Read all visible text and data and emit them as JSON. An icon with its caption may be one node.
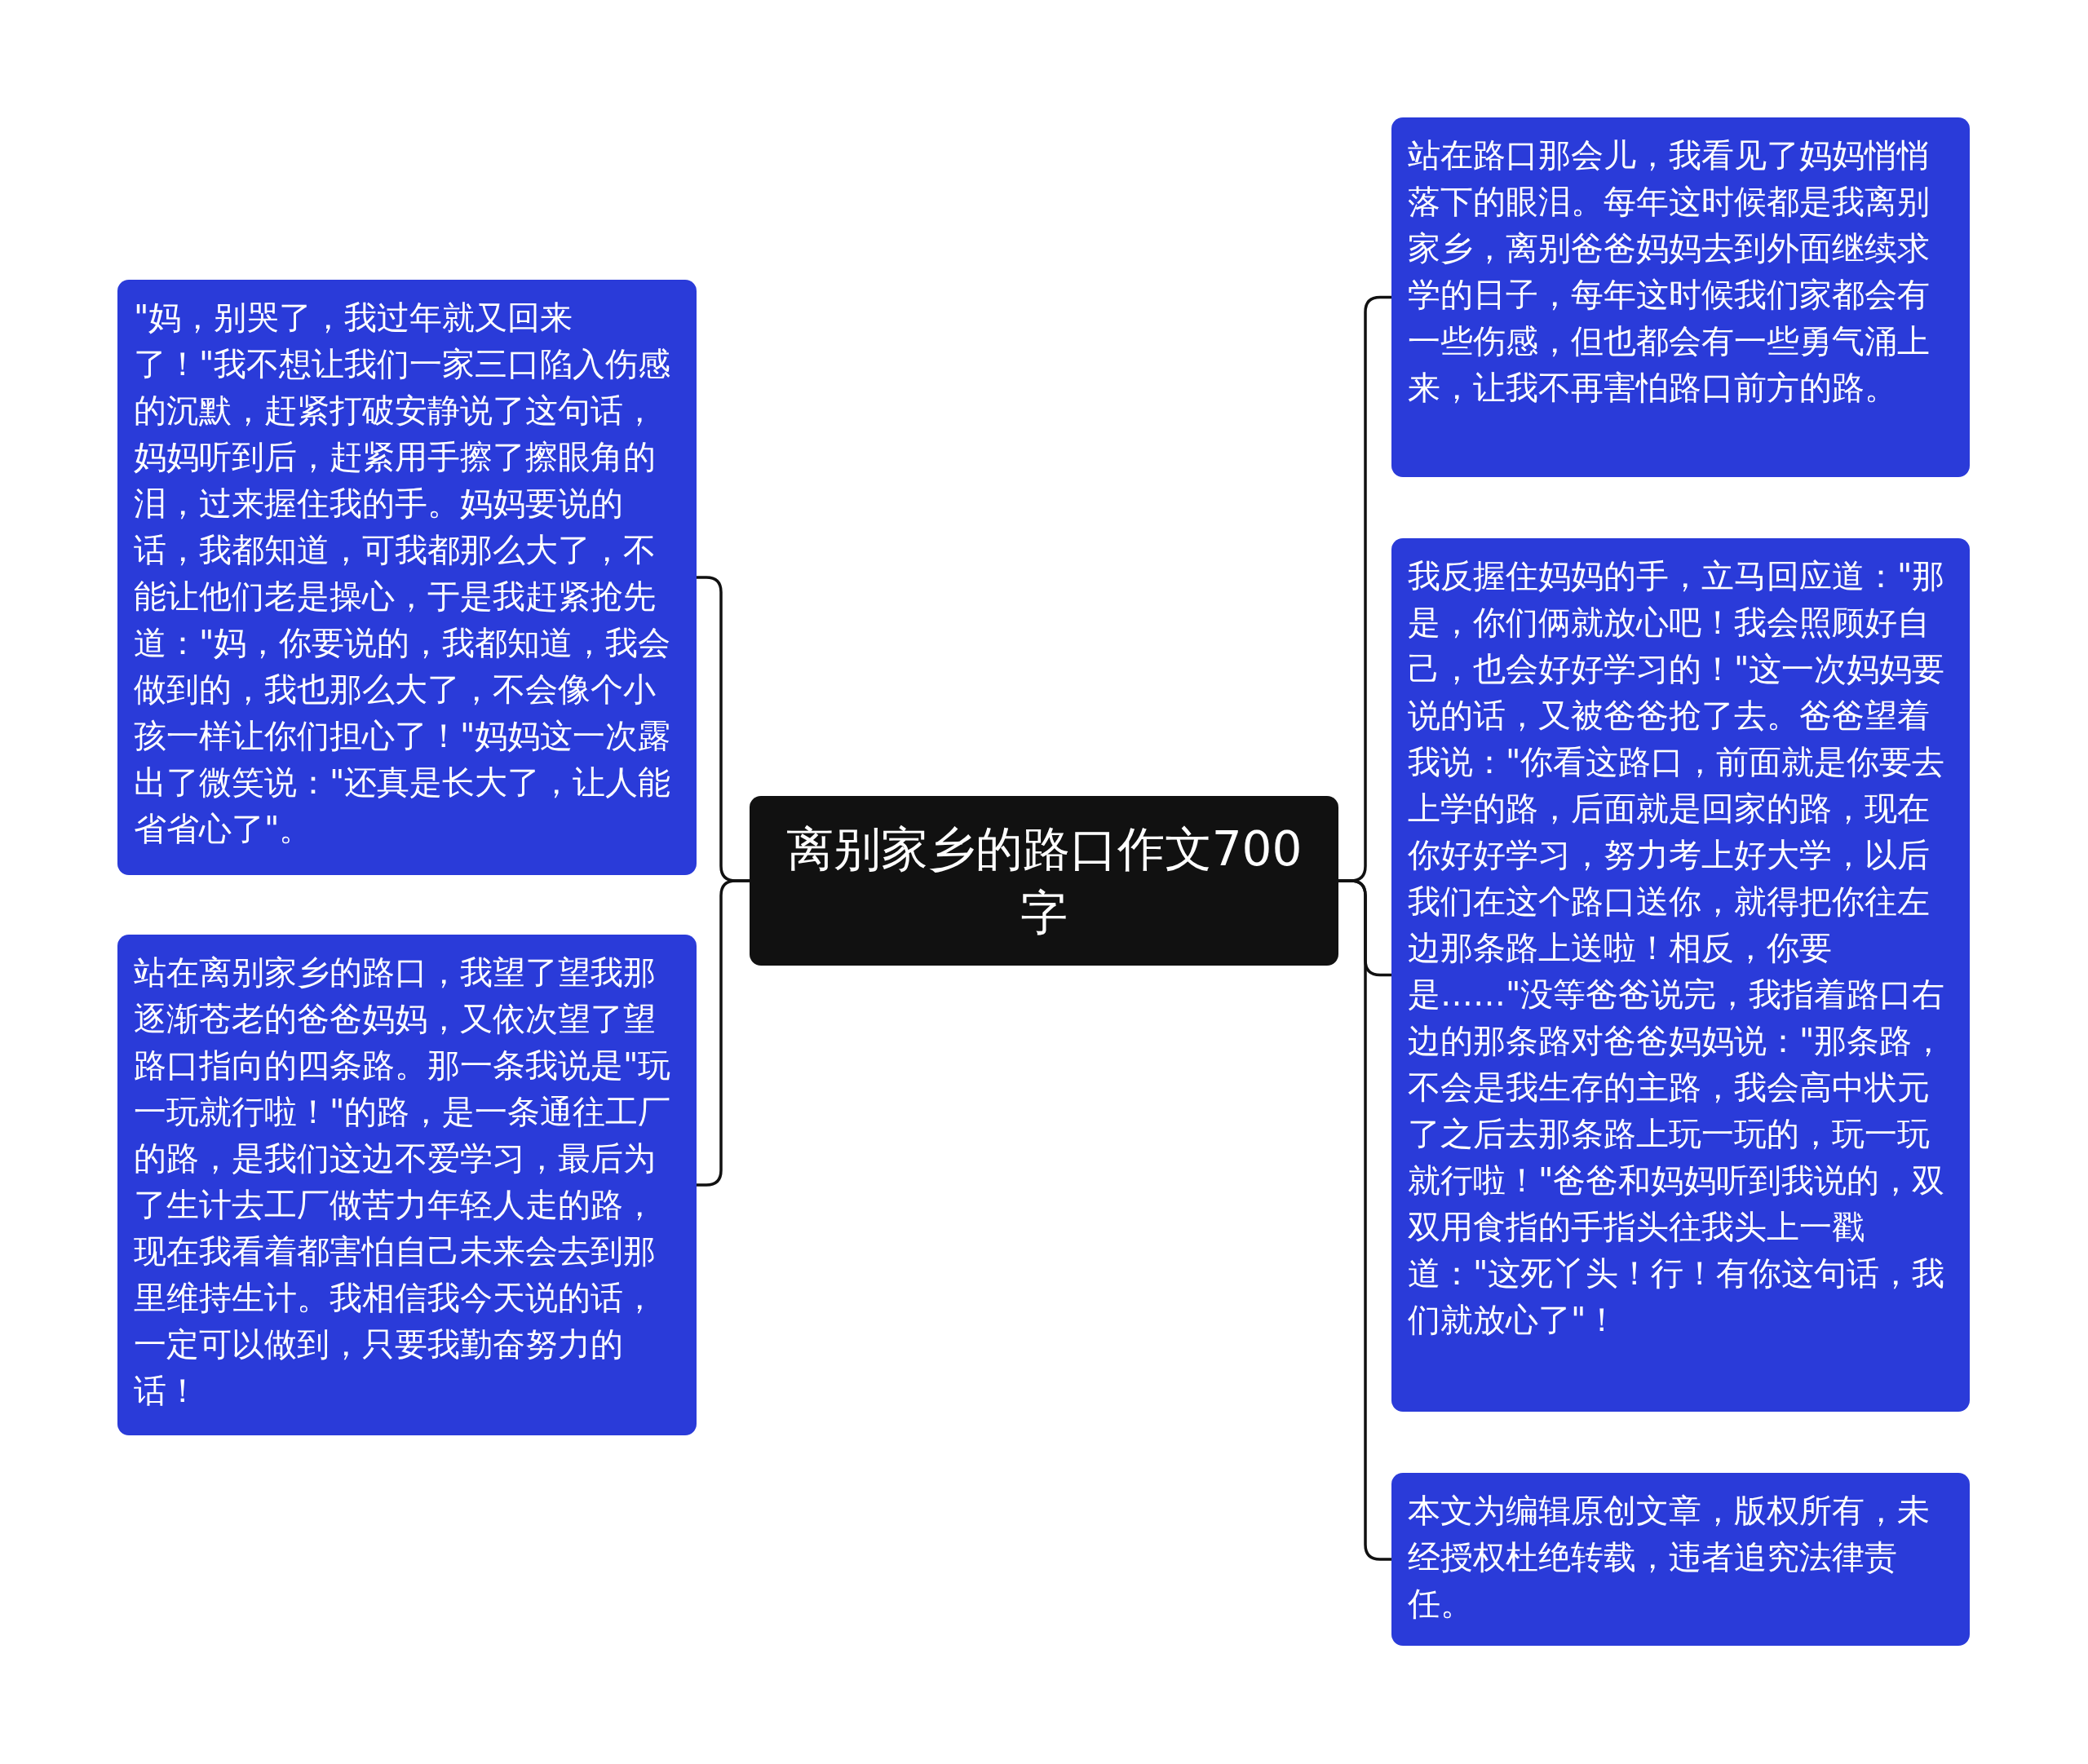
{
  "diagram": {
    "nodes": [
      {
        "text": [
          "离别家乡的路口作文700字"
        ]
      },
      {
        "text": [
          "\"妈，别哭了，我过年就又回来了！\"我不想让我们一家三口陷入伤感的沉默，赶紧打破安静说了这句话，妈妈听到后，赶紧用手擦了擦眼角的泪，过来握住我的手。妈妈要说的话，我都知道，可我都那么大了，不能让他们老是操心，于是我赶紧抢先道：\"妈，你要说的，我都知道，我会做到的，我也那么大了，不会像个小孩一样让你们担心了！\"妈妈这一次露出了微笑说：\"还真是长大了，让人能省省心了\"。"
        ]
      },
      {
        "text": [
          "站在离别家乡的路口，我望了望我那逐渐苍老的爸爸妈妈，又依次望了望路口指向的四条路。那一条我说是\"玩一玩就行啦！\"的路，是一条通往工厂的路，是我们这边不爱学习，最后为了生计去工厂做苦力年轻人走的路，现在我看着都害怕自己未来会去到那里维持生计。我相信我今天说的话，一定可以做到，只要我勤奋努力的话！"
        ]
      },
      {
        "text": [
          "站在路口那会儿，我看见了妈妈悄悄落下的眼泪。每年这时候都是我离别家乡，离别爸爸妈妈去到外面继续求学的日子，每年这时候我们家都会有一些伤感，但也都会有一些勇气涌上来，让我不再害怕路口前方的路。"
        ]
      },
      {
        "text": [
          "我反握住妈妈的手，立马回应道：\"那是，你们俩就放心吧！我会照顾好自己，也会好好学习的！\"这一次妈妈要说的话，又被爸爸抢了去。爸爸望着我说：\"你看这路口，前面就是你要去上学的路，后面就是回家的路，现在你好好学习，努力考上好大学，以后我们在这个路口送你，就得把你往左边那条路上送啦！相反，你要是……\"没等爸爸说完，我指着路口右边的那条路对爸爸妈妈说：\"那条路，不会是我生存的主路，我会高中状元了之后去那条路上玩一玩的，玩一玩就行啦！\"爸爸和妈妈听到我说的，双双用食指的手指头往我头上一戳道：\"这死丫头！行！有你这句话，我们就放心了\"！"
        ]
      },
      {
        "text": [
          "本文为编辑原创文章，版权所有，未经授权杜绝转载，违者追究法律责任。"
        ]
      }
    ],
    "edges": [
      {
        "from": 0,
        "to": 1,
        "arrow": "none"
      },
      {
        "from": 0,
        "to": 2,
        "arrow": "none"
      },
      {
        "from": 0,
        "to": 3,
        "arrow": "none"
      },
      {
        "from": 0,
        "to": 4,
        "arrow": "none"
      },
      {
        "from": 0,
        "to": 5,
        "arrow": "none"
      }
    ]
  }
}
